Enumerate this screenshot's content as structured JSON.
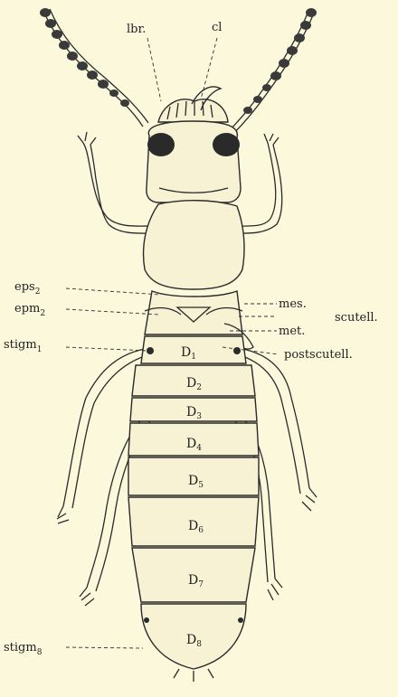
{
  "colors": {
    "background": "#fbf8dc",
    "ink": "#2a2a2a"
  },
  "labels": {
    "lbr": "lbr.",
    "cl": "cl",
    "eps": "eps",
    "eps_sub": "2",
    "epm": "epm",
    "epm_sub": "2",
    "stigm1": "stigm",
    "stigm1_sub": "1",
    "mes": "mes.",
    "scutell": "scutell.",
    "met": "met.",
    "postscutell": "postscutell.",
    "stigm8": "stigm",
    "stigm8_sub": "8"
  },
  "segments": [
    {
      "letter": "D",
      "sub": "1"
    },
    {
      "letter": "D",
      "sub": "2"
    },
    {
      "letter": "D",
      "sub": "3"
    },
    {
      "letter": "D",
      "sub": "4"
    },
    {
      "letter": "D",
      "sub": "5"
    },
    {
      "letter": "D",
      "sub": "6"
    },
    {
      "letter": "D",
      "sub": "7"
    },
    {
      "letter": "D",
      "sub": "8"
    }
  ]
}
